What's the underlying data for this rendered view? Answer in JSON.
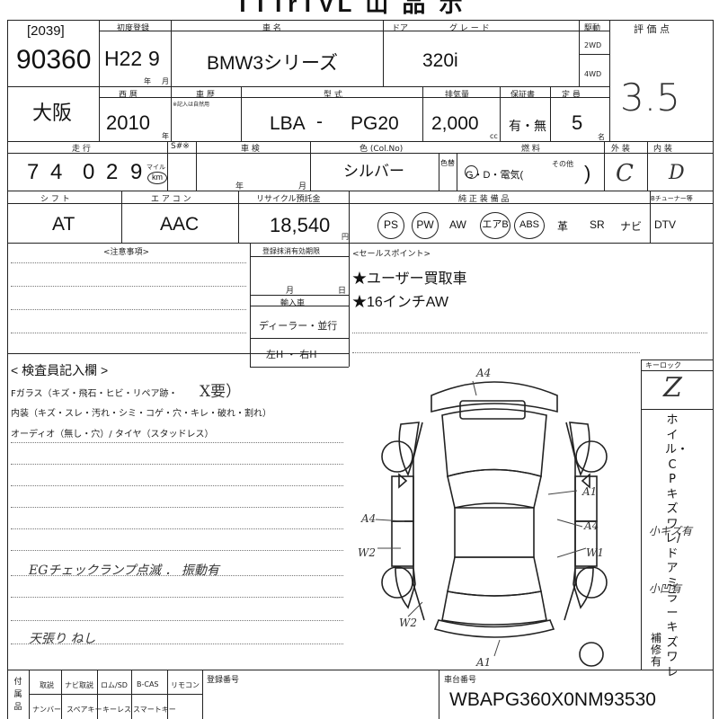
{
  "header": {
    "title_partial": "TTTrTVL 山 品 示"
  },
  "lot": {
    "label": "[2039]",
    "number": "90360"
  },
  "first_registration": {
    "label": "初度登録",
    "value_era": "H22",
    "value_month": "9",
    "unit_year": "年",
    "unit_month": "月"
  },
  "car_name": {
    "label": "車 名",
    "value": "BMW3シリーズ"
  },
  "door": {
    "label": "ドア"
  },
  "grade": {
    "label": "グ レ ー ド",
    "value": "320i"
  },
  "drive": {
    "label": "駆動",
    "opt1": "2WD",
    "opt2": "4WD"
  },
  "score": {
    "label": "評 価 点",
    "value": "3.5"
  },
  "region": {
    "value": "大阪"
  },
  "year": {
    "label": "西 暦",
    "value": "2010",
    "unit": "年"
  },
  "body_label": {
    "label": "車 歴",
    "sub": "※記入は自然用"
  },
  "model": {
    "label": "型 式",
    "prefix": "LBA",
    "dash": "-",
    "code": "PG20"
  },
  "displacement": {
    "label": "排気量",
    "value": "2,000",
    "unit": "cc"
  },
  "warranty": {
    "label": "保証書",
    "value": "有・無"
  },
  "capacity": {
    "label": "定 員",
    "value": "5",
    "unit": "名"
  },
  "mileage": {
    "label": "走 行",
    "digits": [
      "7",
      "4",
      "0",
      "2",
      "9"
    ],
    "unit_top": "マイル",
    "unit_km": "km"
  },
  "s_label": "S#※",
  "inspection": {
    "label": "車 検",
    "unit_year": "年",
    "unit_month": "月"
  },
  "color": {
    "label": "色 (Col.No)",
    "value": "シルバー",
    "change_label": "色替"
  },
  "fuel": {
    "label": "燃 料",
    "options": "G・D・電気(",
    "other": "その他",
    "close": ")"
  },
  "exterior": {
    "label": "外 装",
    "value": "C"
  },
  "interior": {
    "label": "内 装",
    "value": "D"
  },
  "shift": {
    "label": "シ フ ト",
    "value": "AT"
  },
  "aircon": {
    "label": "エ ア コ ン",
    "value": "AAC"
  },
  "recycle": {
    "label": "リサイクル預託金",
    "value": "18,540",
    "unit": "円"
  },
  "equipment": {
    "label": "純 正 装 備 品",
    "items": [
      "PS",
      "PW",
      "AW",
      "エアB",
      "ABS",
      "革",
      "SR",
      "ナビ",
      "DTV"
    ],
    "circled": [
      "PS",
      "PW",
      "エアB",
      "ABS"
    ],
    "tuner_label": "Bチューナー等"
  },
  "notes": {
    "label": "<注意事項>"
  },
  "reg_expiry": {
    "label": "登録抹消有効期限",
    "month": "月",
    "day": "日"
  },
  "import": {
    "label": "輸入車",
    "value1": "ディーラー・並行",
    "value2": "左H ・ 右H"
  },
  "sales_points": {
    "label": "<セールスポイント>",
    "items": [
      "★ユーザー買取車",
      "★16インチAW"
    ]
  },
  "inspector": {
    "title": "< 検査員記入欄 >",
    "glass": "Fガラス（キズ・飛石・ヒビ・リペア跡・",
    "glass_hand": "X要）",
    "interior_line": "内装（キズ・スレ・汚れ・シミ・コゲ・穴・キレ・破れ・割れ）",
    "audio_line": "オーディオ（無し・穴）/ タイヤ（スタッドレス）",
    "hand_note1": "EGチェックランプ点滅 ． 振動有",
    "hand_note2": "天張り ねし"
  },
  "key_lock": {
    "label": "キーロック",
    "mark": "Z"
  },
  "side_note": {
    "text": "ホイル・CPキズワレ/ドアミラーキズワレ",
    "hand1": "小キズ有",
    "hand2": "小凹有",
    "hand3": "補修有"
  },
  "diagram_marks": {
    "A4_top": "A4",
    "A1_right": "A1",
    "A4_left": "A4",
    "A4_right": "A4",
    "W2_left": "W2",
    "W1_right": "W1",
    "W2_bottom": "W2",
    "A1_bottom": "A1"
  },
  "accessories": {
    "side_label": "付属品",
    "row1": [
      "取説",
      "ナビ取説",
      "ロム/SD",
      "B-CAS",
      "リモコン"
    ],
    "row2": [
      "ナンバー",
      "スペアキー",
      "キーレス",
      "スマートキー"
    ]
  },
  "reg_number": {
    "label": "登録番号"
  },
  "vin": {
    "label": "車台番号",
    "value": "WBAPG360X0NM93530"
  }
}
